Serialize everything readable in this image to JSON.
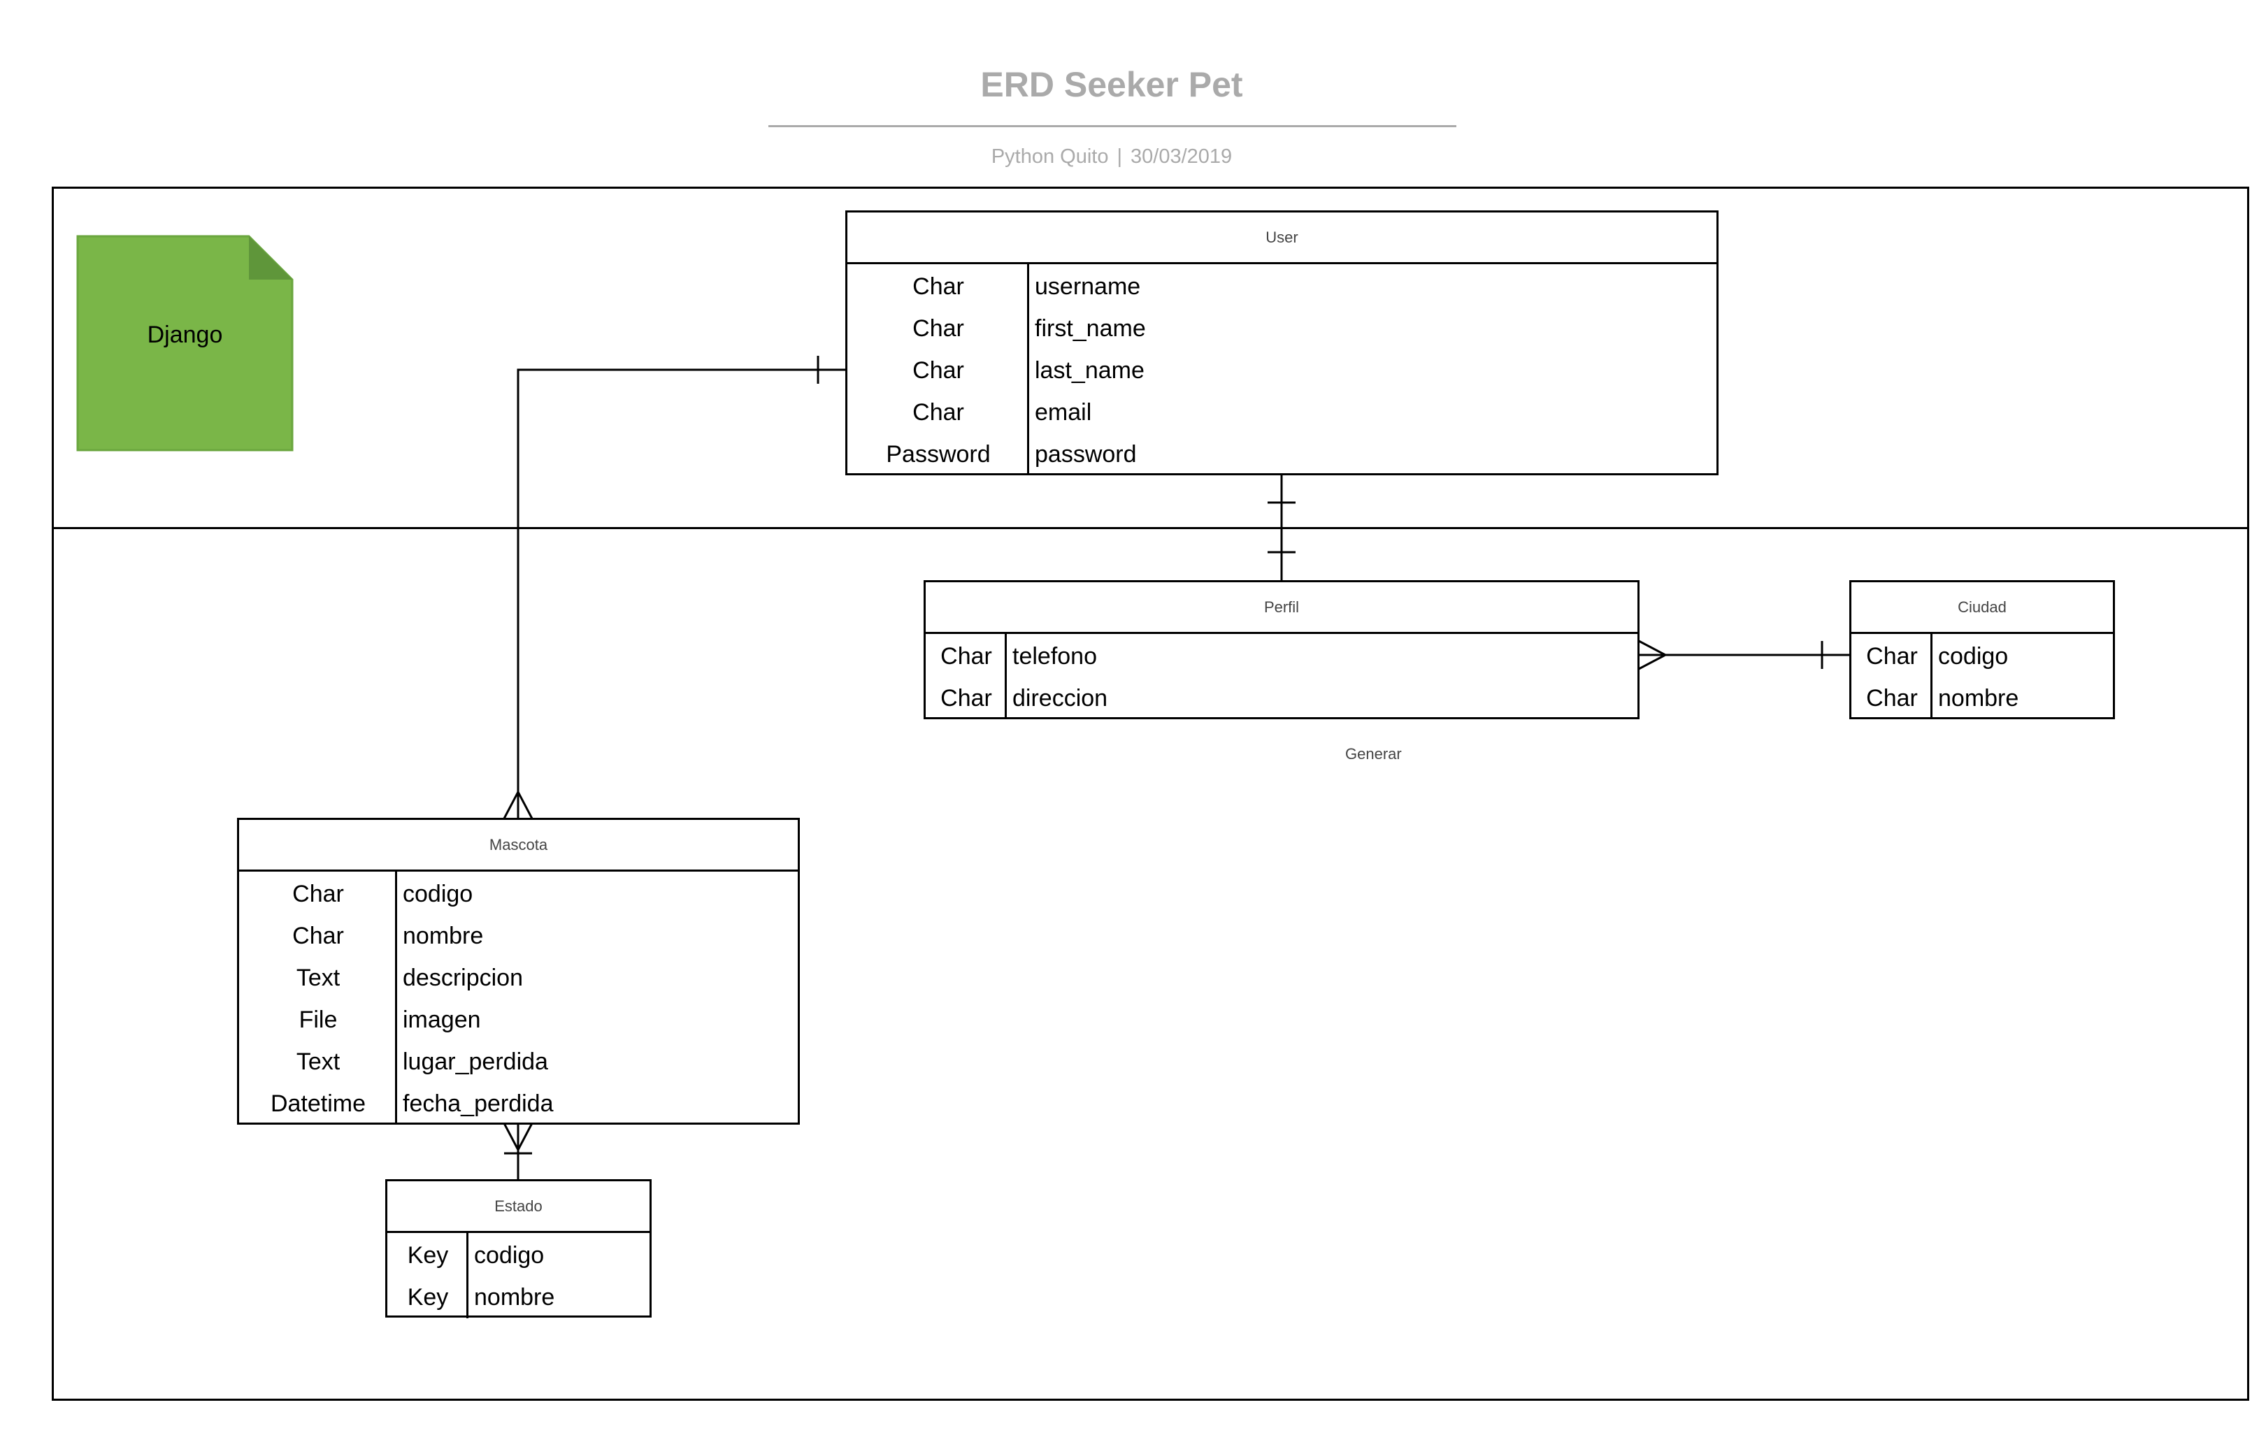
{
  "header": {
    "title": "ERD Seeker Pet",
    "author": "Python Quito",
    "separator": "|",
    "date": "30/03/2019"
  },
  "note": {
    "label": "Django",
    "color": "#7ab648"
  },
  "entities": {
    "user": {
      "title": "User",
      "fields": [
        {
          "type": "Char",
          "name": "username"
        },
        {
          "type": "Char",
          "name": "first_name"
        },
        {
          "type": "Char",
          "name": "last_name"
        },
        {
          "type": "Char",
          "name": "email"
        },
        {
          "type": "Password",
          "name": "password"
        }
      ]
    },
    "perfil": {
      "title": "Perfil",
      "fields": [
        {
          "type": "Char",
          "name": "telefono"
        },
        {
          "type": "Char",
          "name": "direccion"
        }
      ]
    },
    "ciudad": {
      "title": "Ciudad",
      "fields": [
        {
          "type": "Char",
          "name": "codigo"
        },
        {
          "type": "Char",
          "name": "nombre"
        }
      ]
    },
    "mascota": {
      "title": "Mascota",
      "fields": [
        {
          "type": "Char",
          "name": "codigo"
        },
        {
          "type": "Char",
          "name": "nombre"
        },
        {
          "type": "Text",
          "name": "descripcion"
        },
        {
          "type": "File",
          "name": "imagen"
        },
        {
          "type": "Text",
          "name": "lugar_perdida"
        },
        {
          "type": "Datetime",
          "name": "fecha_perdida"
        }
      ]
    },
    "estado": {
      "title": "Estado",
      "fields": [
        {
          "type": "Key",
          "name": "codigo"
        },
        {
          "type": "Key",
          "name": "nombre"
        }
      ]
    }
  },
  "relationships": {
    "perfil_ciudad_label": "Generar"
  }
}
